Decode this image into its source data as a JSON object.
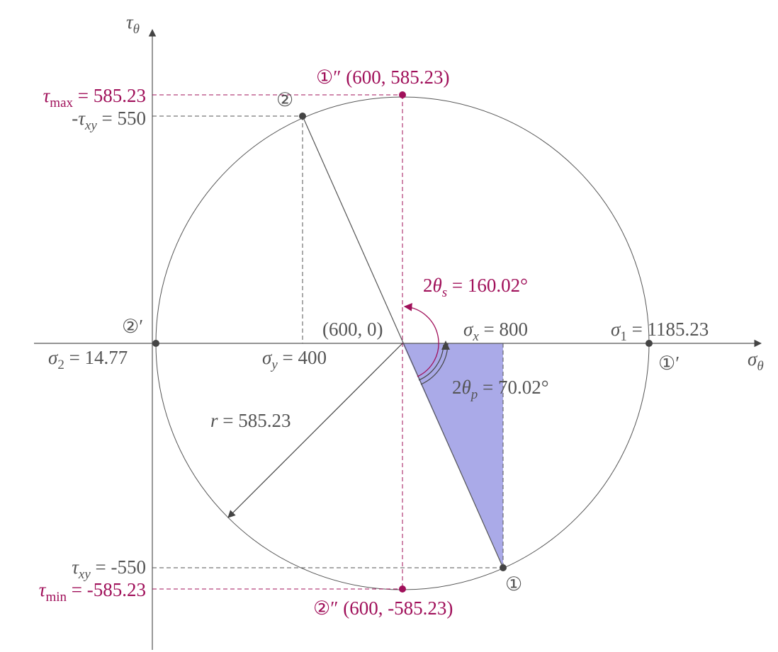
{
  "colors": {
    "ink": "#555555",
    "accent": "#a0105a",
    "triangle_fill": "#aaaae8",
    "point": "#444444"
  },
  "axes": {
    "tau_axis": {
      "sym": "τ",
      "sub": "θ"
    },
    "sigma_axis": {
      "sym": "σ",
      "sub": "θ"
    }
  },
  "labels": {
    "tau_max": {
      "sym": "τ",
      "sub": "max",
      "val": " = 585.23"
    },
    "neg_tau_xy": {
      "pre": "-",
      "sym": "τ",
      "sub": "xy",
      "val": " = 550"
    },
    "tau_xy": {
      "sym": "τ",
      "sub": "xy",
      "val": " = -550"
    },
    "tau_min": {
      "sym": "τ",
      "sub": "min",
      "val": " = -585.23"
    },
    "sigma_2": {
      "sym": "σ",
      "sub": "2",
      "val": " = 14.77"
    },
    "sigma_y": {
      "sym": "σ",
      "sub": "y",
      "val": " = 400"
    },
    "sigma_x": {
      "sym": "σ",
      "sub": "x",
      "val": " = 800"
    },
    "sigma_1": {
      "sym": "σ",
      "sub": "1",
      "val": " = 1185.23"
    },
    "center": "(600, 0)",
    "radius": {
      "sym": "r",
      "val": " = 585.23"
    },
    "two_theta_s": {
      "pre": "2",
      "sym": "θ",
      "sub": "s",
      "val": " = 160.02°"
    },
    "two_theta_p": {
      "pre": "2",
      "sym": "θ",
      "sub": "p",
      "val": " = 70.02°"
    },
    "pt_1": "①",
    "pt_2": "②",
    "pt_1_prime": "①′",
    "pt_2_prime": "②′",
    "pt_1_dprime": "①″ (600, 585.23)",
    "pt_2_dprime": "②″ (600, -585.23)"
  }
}
